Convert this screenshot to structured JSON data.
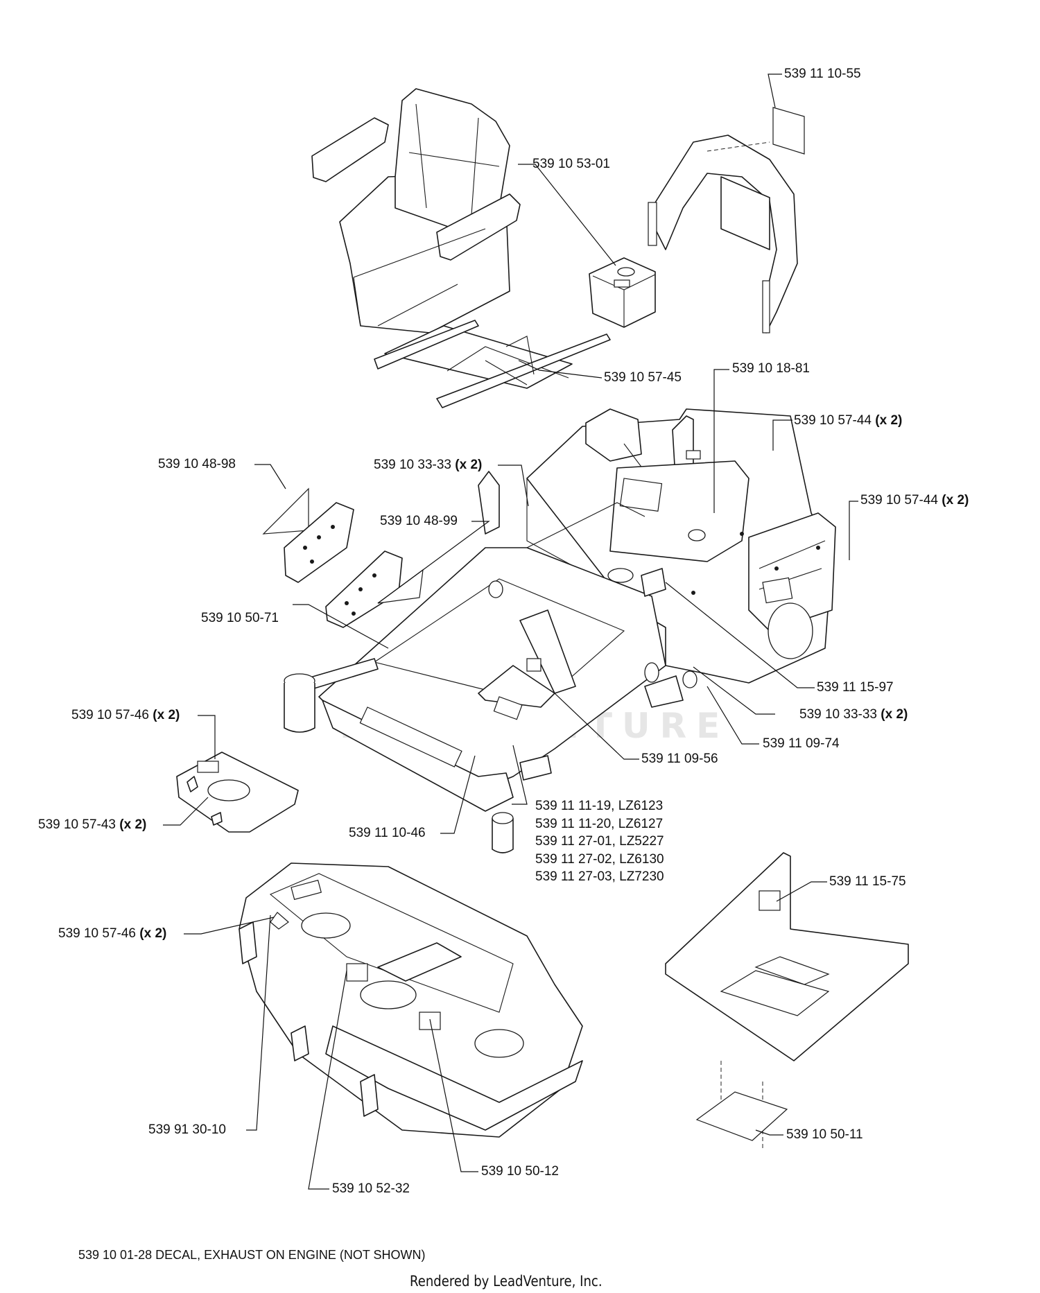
{
  "watermark": "LEADVENTURE",
  "labels": [
    {
      "id": "p-539-11-10-55",
      "part": "539 11 10-55",
      "qty": ""
    },
    {
      "id": "p-539-10-53-01",
      "part": "539 10 53-01",
      "qty": ""
    },
    {
      "id": "p-539-10-57-45",
      "part": "539 10 57-45",
      "qty": ""
    },
    {
      "id": "p-539-10-18-81",
      "part": "539 10 18-81",
      "qty": ""
    },
    {
      "id": "p-539-10-57-44-a",
      "part": "539 10 57-44",
      "qty": "(x 2)"
    },
    {
      "id": "p-539-10-48-98",
      "part": "539 10 48-98",
      "qty": ""
    },
    {
      "id": "p-539-10-33-33-a",
      "part": "539 10 33-33",
      "qty": "(x 2)"
    },
    {
      "id": "p-539-10-57-44-b",
      "part": "539 10 57-44",
      "qty": "(x 2)"
    },
    {
      "id": "p-539-10-48-99",
      "part": "539 10 48-99",
      "qty": ""
    },
    {
      "id": "p-539-10-50-71",
      "part": "539 10 50-71",
      "qty": ""
    },
    {
      "id": "p-539-11-15-97",
      "part": "539 11 15-97",
      "qty": ""
    },
    {
      "id": "p-539-10-57-46-a",
      "part": "539 10 57-46",
      "qty": "(x 2)"
    },
    {
      "id": "p-539-10-33-33-b",
      "part": "539 10 33-33",
      "qty": "(x 2)"
    },
    {
      "id": "p-539-11-09-74",
      "part": "539 11 09-74",
      "qty": ""
    },
    {
      "id": "p-539-11-09-56",
      "part": "539 11 09-56",
      "qty": ""
    },
    {
      "id": "p-539-10-57-43",
      "part": "539 10 57-43",
      "qty": "(x 2)"
    },
    {
      "id": "p-539-11-10-46",
      "part": "539 11 10-46",
      "qty": ""
    },
    {
      "id": "p-539-11-15-75",
      "part": "539 11 15-75",
      "qty": ""
    },
    {
      "id": "p-539-10-57-46-b",
      "part": "539 10 57-46",
      "qty": "(x 2)"
    },
    {
      "id": "p-539-91-30-10",
      "part": "539 91 30-10",
      "qty": ""
    },
    {
      "id": "p-539-10-50-11",
      "part": "539 10 50-11",
      "qty": ""
    },
    {
      "id": "p-539-10-50-12",
      "part": "539 10 50-12",
      "qty": ""
    },
    {
      "id": "p-539-10-52-32",
      "part": "539 10 52-32",
      "qty": ""
    }
  ],
  "model_variants": [
    "539 11 11-19, LZ6123",
    "539 11 11-20, LZ6127",
    "539 11 27-01, LZ5227",
    "539 11 27-02, LZ6130",
    "539 11 27-03, LZ7230"
  ],
  "footnote": "539 10 01-28 DECAL, EXHAUST ON ENGINE (NOT SHOWN)",
  "rendered_by": "Rendered by LeadVenture, Inc."
}
